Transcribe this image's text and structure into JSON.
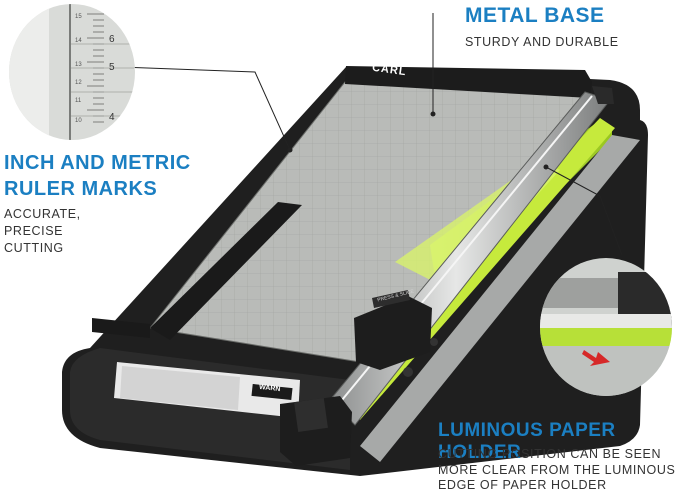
{
  "features": {
    "metal_base": {
      "title": "METAL BASE",
      "subtitle": "STURDY AND DURABLE"
    },
    "ruler_marks": {
      "title_line1": "INCH AND METRIC",
      "title_line2": "RULER MARKS",
      "sub_line1": "ACCURATE,",
      "sub_line2": "PRECISE",
      "sub_line3": "CUTTING"
    },
    "paper_holder": {
      "title": "LUMINOUS PAPER HOLDER",
      "sub_line1": "CUTTING POSITION CAN BE SEEN",
      "sub_line2": "MORE CLEAR FROM THE LUMINOUS",
      "sub_line3": "EDGE OF PAPER HOLDER"
    }
  },
  "product": {
    "brand": "CARL",
    "cutter_head_label": "PRESS & SLICE",
    "warning_label": "WARN"
  },
  "ruler_inset": {
    "numbers": [
      "6",
      "5",
      "4"
    ],
    "small_numbers": [
      "15",
      "14",
      "13",
      "12",
      "11",
      "10"
    ]
  },
  "colors": {
    "accent": "#1b7fc2",
    "base_black": "#1f1f1f",
    "board_gray": "#b9bbb8",
    "neon_green": "#b7e038"
  }
}
